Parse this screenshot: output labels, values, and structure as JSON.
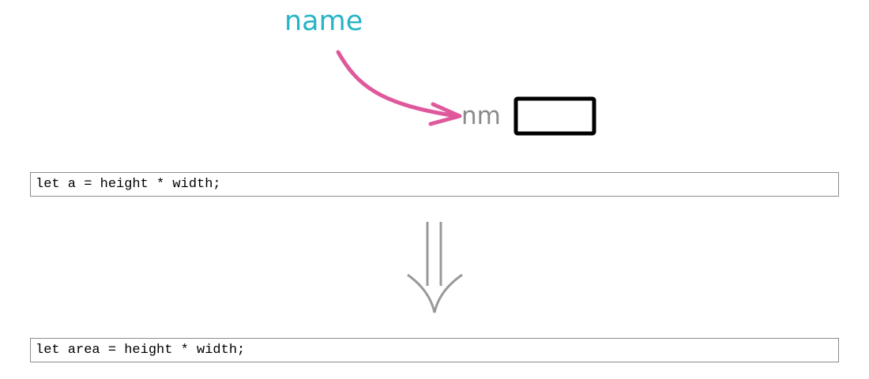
{
  "colors": {
    "name_label": "#26b4c6",
    "curved_arrow": "#e0589c",
    "nm_label": "#8a8a8a",
    "box_stroke": "#000000",
    "down_arrow": "#999999"
  },
  "icons": {
    "curved_arrow": "curved-arrow-icon",
    "down_arrow": "double-line-down-arrow-icon"
  },
  "diagram": {
    "name_label": "name",
    "abbrev_label": "nm"
  },
  "code": {
    "before": "let a = height * width;",
    "after": "let area = height * width;"
  }
}
